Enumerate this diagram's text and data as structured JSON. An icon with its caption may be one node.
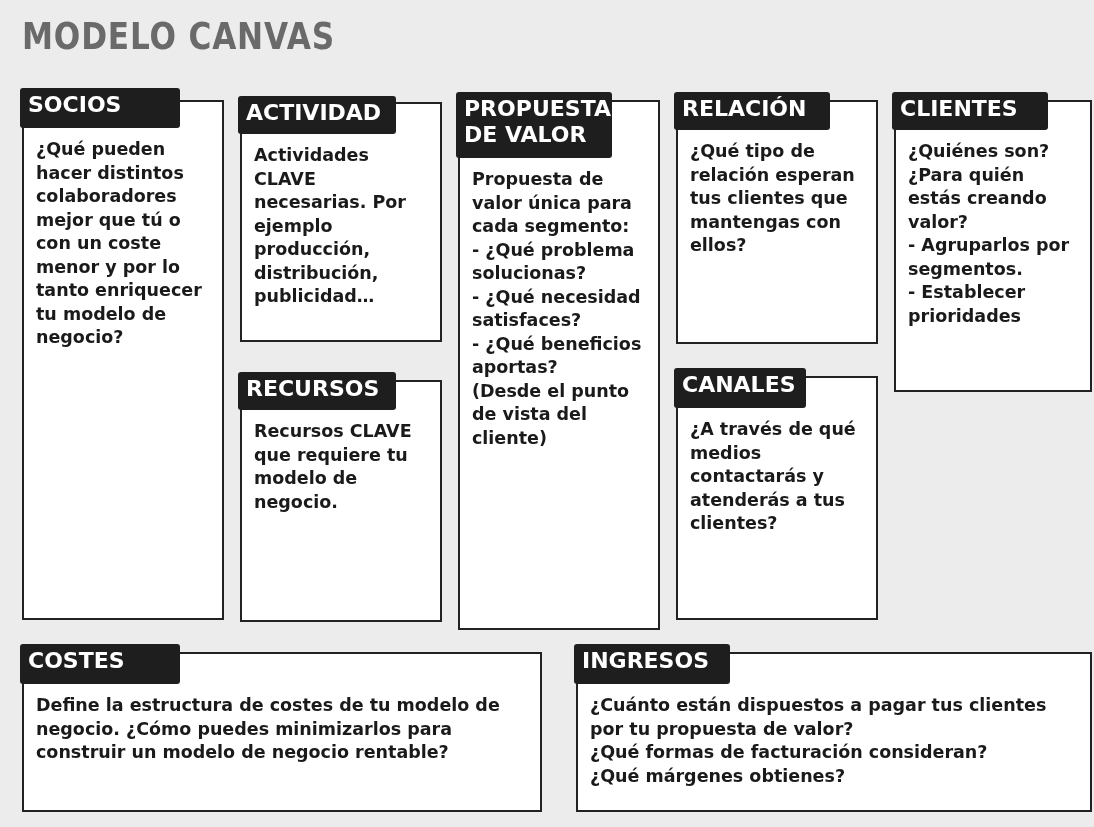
{
  "diagram": {
    "title": "MODELO CANVAS",
    "nodes": [
      {
        "text": [
          "SOCIOS",
          "¿Qué pueden hacer distintos colaboradores mejor que tú o con un coste menor y por lo tanto enriquecer tu modelo de negocio?"
        ]
      },
      {
        "text": [
          "ACTIVIDAD",
          "Actividades CLAVE necesarias. Por ejemplo producción, distribución, publicidad…"
        ]
      },
      {
        "text": [
          "RECURSOS",
          "Recursos CLAVE que requiere tu modelo de negocio."
        ]
      },
      {
        "text": [
          "PROPUESTA DE VALOR",
          "Propuesta de valor única para cada segmento:",
          "- ¿Qué problema solucionas?",
          "- ¿Qué necesidad satisfaces?",
          "- ¿Qué beneficios aportas?",
          "(Desde el punto de vista del cliente)"
        ]
      },
      {
        "text": [
          "RELACIÓN",
          "¿Qué tipo de relación esperan tus clientes que mantengas con ellos?"
        ]
      },
      {
        "text": [
          "CANALES",
          "¿A través de qué medios contactarás y atenderás a tus clientes?"
        ]
      },
      {
        "text": [
          "CLIENTES",
          "¿Quiénes son?",
          "¿Para quién estás creando valor?",
          "- Agruparlos por segmentos.",
          "- Establecer prioridades"
        ]
      },
      {
        "text": [
          "COSTES",
          "Define la estructura de costes de tu modelo de negocio. ¿Cómo puedes minimizarlos para construir un modelo de negocio rentable?"
        ]
      },
      {
        "text": [
          "INGRESOS",
          "¿Cuánto están dispuestos a pagar tus clientes por tu propuesta de valor?",
          "¿Qué formas de facturación consideran?",
          "¿Qué márgenes obtienes?"
        ]
      }
    ]
  }
}
